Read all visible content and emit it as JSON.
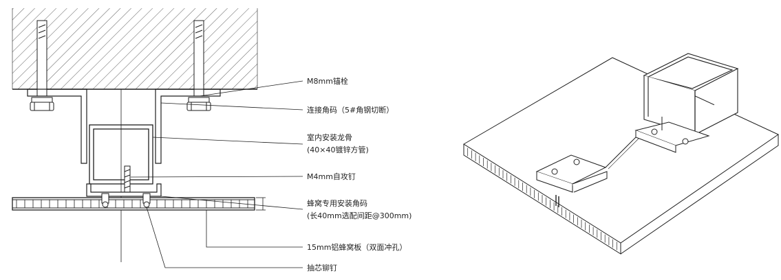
{
  "colors": {
    "line": "#1e1e1e",
    "hatch": "#6a6a6a",
    "background": "#ffffff",
    "concrete_fill": "#f7f7f7"
  },
  "section_view": {
    "callouts": {
      "anchor_bolt": "M8mm锚栓",
      "connector_angle": "连接角码（5#角钢切断）",
      "keel_line1": "室内安装龙骨",
      "keel_line2": "(40×40镀锌方管)",
      "tapping_screw": "M4mm自攻钉",
      "honeycomb_angle_line1": "蜂窝专用安装角码",
      "honeycomb_angle_line2": "(长40mm选配间距@300mm)",
      "panel": "15mm铝蜂窝板（双面冲孔）",
      "rivet": "抽芯铆钉"
    }
  },
  "isometric_view": {
    "description_icons": [
      "honeycomb-panel",
      "square-tube-keel",
      "mounting-angle"
    ]
  }
}
